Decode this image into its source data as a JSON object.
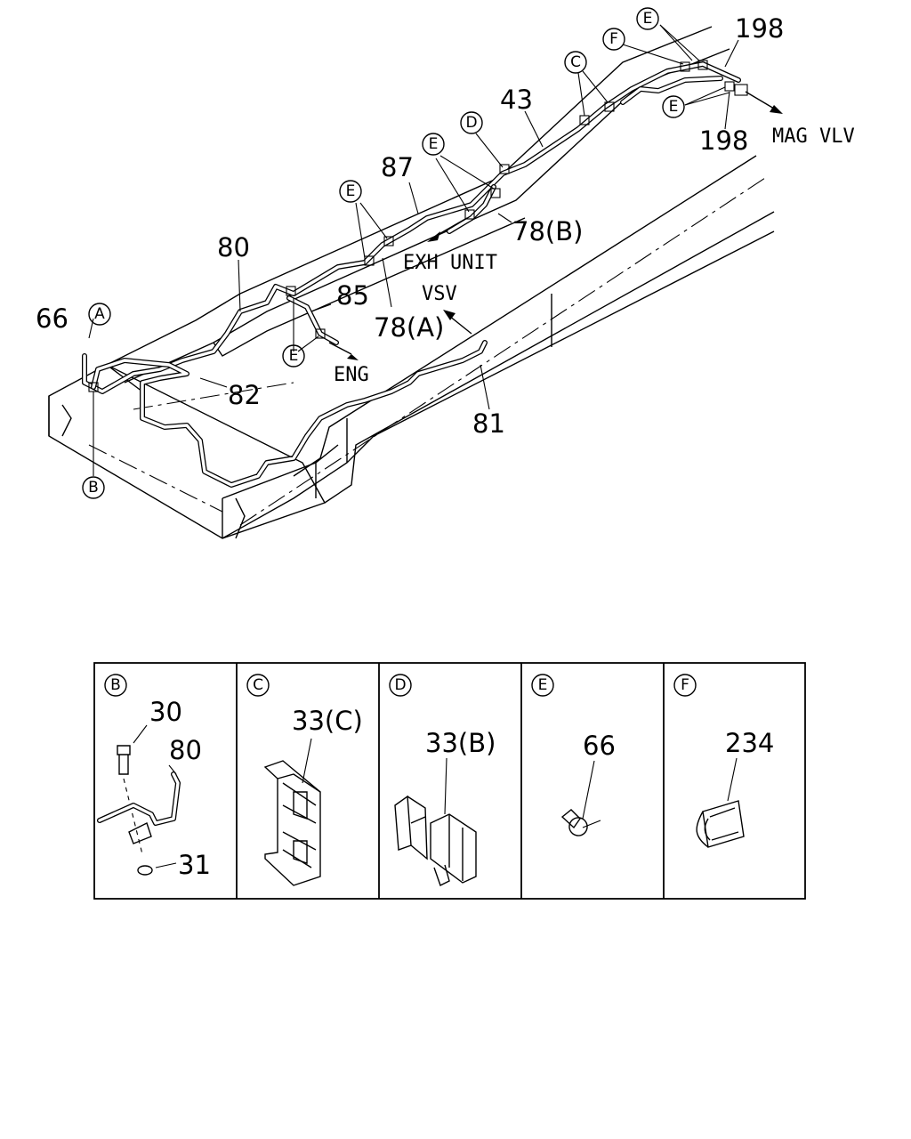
{
  "main_diagram": {
    "callouts": {
      "n66": "66",
      "n80": "80",
      "n82": "82",
      "n85": "85",
      "n87": "87",
      "n43": "43",
      "n81": "81",
      "n198_top": "198",
      "n198_bottom": "198",
      "n78a": "78(A)",
      "n78b": "78(B)"
    },
    "destinations": {
      "eng": "ENG",
      "exh_unit": "EXH UNIT",
      "vsv": "VSV",
      "mag_vlv": "MAG VLV"
    },
    "circle_letters": {
      "a": "A",
      "b": "B",
      "c": "C",
      "d": "D",
      "e": "E",
      "f": "F"
    }
  },
  "detail_panels": [
    {
      "letter": "B",
      "parts": [
        "30",
        "80",
        "31"
      ]
    },
    {
      "letter": "C",
      "parts": [
        "33(C)"
      ]
    },
    {
      "letter": "D",
      "parts": [
        "33(B)"
      ]
    },
    {
      "letter": "E",
      "parts": [
        "66"
      ]
    },
    {
      "letter": "F",
      "parts": [
        "234"
      ]
    }
  ]
}
